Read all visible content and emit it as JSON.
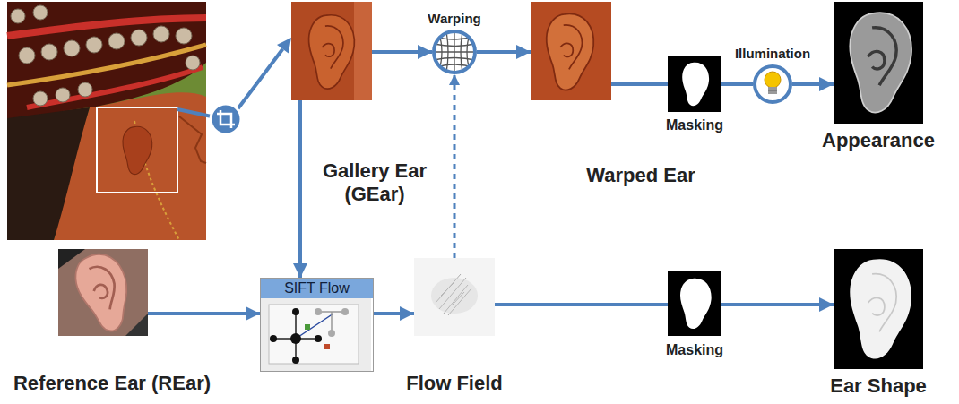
{
  "diagram": {
    "nodes": [
      {
        "text": [
          "Gallery Ear (GEar)"
        ]
      },
      {
        "text": [
          "Warping"
        ]
      },
      {
        "text": [
          "Warped Ear"
        ]
      },
      {
        "text": [
          "Masking"
        ]
      },
      {
        "text": [
          "Illumination"
        ]
      },
      {
        "text": [
          "Appearance"
        ]
      },
      {
        "text": [
          "Reference Ear (REar)"
        ]
      },
      {
        "text": [
          "SIFT Flow"
        ]
      },
      {
        "text": [
          "Flow Field"
        ]
      },
      {
        "text": [
          "Masking"
        ]
      },
      {
        "text": [
          "Ear Shape"
        ]
      }
    ],
    "edges": [
      {
        "from": 0,
        "to": 7,
        "arrow": "to"
      },
      {
        "from": 0,
        "to": 1,
        "arrow": "to"
      },
      {
        "from": 1,
        "to": 2,
        "arrow": "to"
      },
      {
        "from": 8,
        "to": 1,
        "arrow": "to"
      },
      {
        "from": 2,
        "to": 3,
        "arrow": "none"
      },
      {
        "from": 3,
        "to": 4,
        "arrow": "none"
      },
      {
        "from": 4,
        "to": 5,
        "arrow": "to"
      },
      {
        "from": 6,
        "to": 7,
        "arrow": "to"
      },
      {
        "from": 7,
        "to": 8,
        "arrow": "to"
      },
      {
        "from": 8,
        "to": 9,
        "arrow": "none"
      },
      {
        "from": 9,
        "to": 10,
        "arrow": "to"
      }
    ]
  }
}
